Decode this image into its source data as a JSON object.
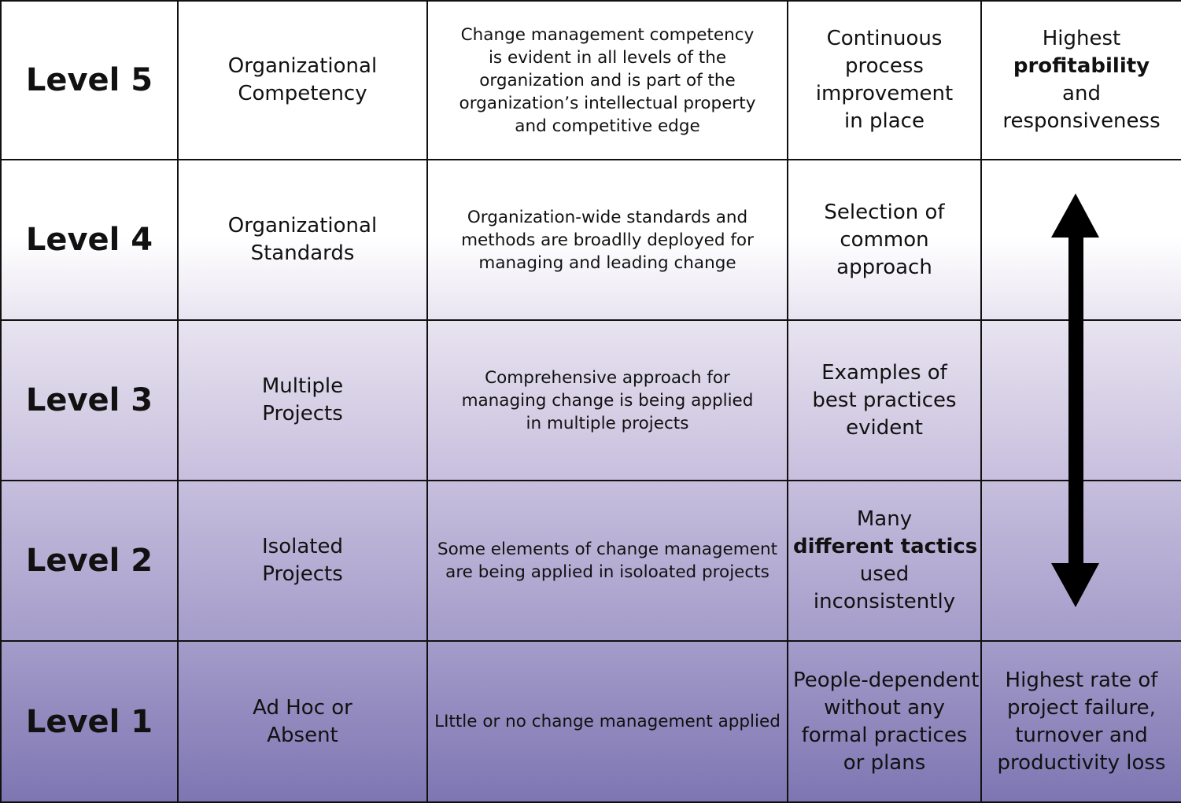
{
  "colors": {
    "border": "#111111",
    "gradient_top": "#ffffff",
    "gradient_bottom": "#7e76b2",
    "arrow": "#000000"
  },
  "icons": {
    "arrow": "double-headed-vertical-arrow"
  },
  "rows": [
    {
      "level": "Level 5",
      "category": [
        "Organizational",
        "Competency"
      ],
      "description": [
        "Change management competency",
        "is evident in all levels of the",
        "organization and is part of the",
        "organization’s intellectual property",
        "and competitive edge"
      ],
      "practice": [
        "Continuous",
        "process",
        "improvement",
        "in place"
      ],
      "outcome": [
        "Highest",
        "profitability",
        "and",
        "responsiveness"
      ],
      "outcome_strong_index": 1
    },
    {
      "level": "Level 4",
      "category": [
        "Organizational",
        "Standards"
      ],
      "description": [
        "Organization-wide standards and",
        "methods are broadlly deployed for",
        "managing and leading change"
      ],
      "practice": [
        "Selection of",
        "common",
        "approach"
      ],
      "outcome": []
    },
    {
      "level": "Level 3",
      "category": [
        "Multiple",
        "Projects"
      ],
      "description": [
        "Comprehensive approach for",
        "managing change is being applied",
        "in multiple projects"
      ],
      "practice": [
        "Examples of",
        "best practices",
        "evident"
      ],
      "outcome": []
    },
    {
      "level": "Level 2",
      "category": [
        "Isolated",
        "Projects"
      ],
      "description": [
        "Some elements of change management",
        "are being applied in isoloated projects"
      ],
      "practice": [
        "Many",
        "different tactics",
        "used",
        "inconsistently"
      ],
      "practice_strong_index": 1,
      "outcome": []
    },
    {
      "level": "Level 1",
      "category": [
        "Ad Hoc or",
        "Absent"
      ],
      "description": [
        "LIttle or no change management applied"
      ],
      "practice": [
        "People-dependent",
        "without any",
        "formal practices",
        "or plans"
      ],
      "outcome": [
        "Highest rate of",
        "project failure,",
        "turnover and",
        "productivity loss"
      ]
    }
  ]
}
